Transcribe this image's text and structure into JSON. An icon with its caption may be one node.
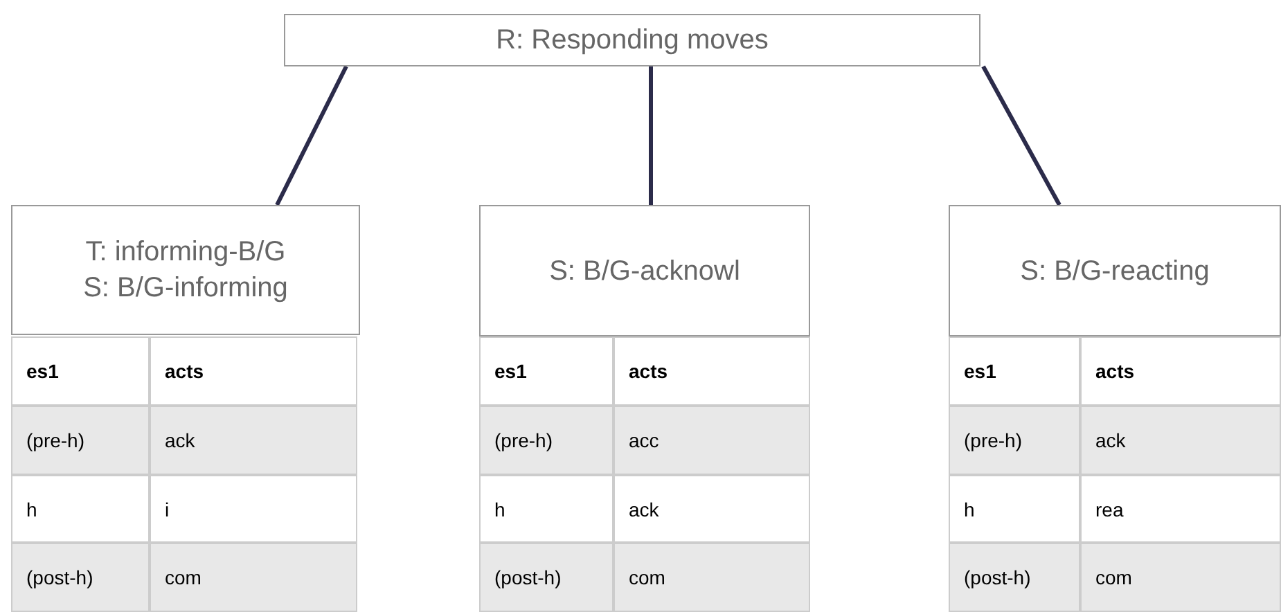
{
  "diagram": {
    "nodes": [
      {
        "text": [
          "R: Responding moves"
        ]
      },
      {
        "text": [
          "T: informing-B/G",
          "S: B/G-informing"
        ]
      },
      {
        "text": [
          "S: B/G-acknowl"
        ]
      },
      {
        "text": [
          "S: B/G-reacting"
        ]
      }
    ],
    "edges": [
      {
        "from": 0,
        "to": 1,
        "arrow": "none"
      },
      {
        "from": 0,
        "to": 2,
        "arrow": "none"
      },
      {
        "from": 0,
        "to": 3,
        "arrow": "none"
      }
    ],
    "labels": [
      "es1",
      "acts",
      "(pre-h)",
      "ack",
      "h",
      "i",
      "(post-h)",
      "com",
      "es1",
      "acts",
      "(pre-h)",
      "acc",
      "h",
      "ack",
      "(post-h)",
      "com",
      "es1",
      "acts",
      "(pre-h)",
      "ack",
      "h",
      "rea",
      "(post-h)",
      "com"
    ]
  }
}
